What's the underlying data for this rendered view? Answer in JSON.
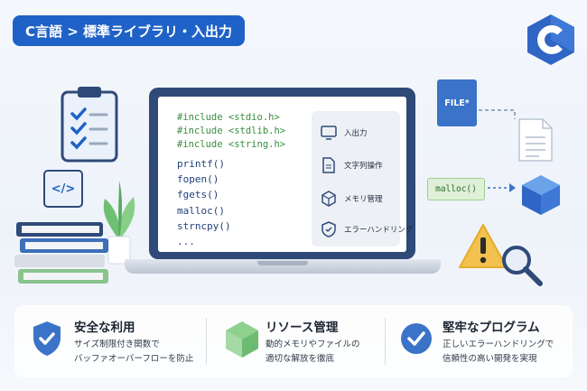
{
  "title": "C言語 > 標準ライブラリ・入出力",
  "code": {
    "includes": [
      "#include <stdio.h>",
      "#include <stdlib.h>",
      "#include <string.h>"
    ],
    "functions": [
      "printf()",
      "fopen()",
      "fgets()",
      "malloc()",
      "strncpy()",
      "..."
    ]
  },
  "panel": {
    "items": [
      {
        "label": "入出力",
        "icon": "monitor-icon"
      },
      {
        "label": "文字列操作",
        "icon": "document-icon"
      },
      {
        "label": "メモリ管理",
        "icon": "cube-icon"
      },
      {
        "label": "エラーハンドリング",
        "icon": "shield-check-icon"
      }
    ]
  },
  "file_label": "FILE*",
  "malloc_label": "malloc()",
  "code_icon_label": "</>",
  "features": [
    {
      "title": "安全な利用",
      "desc": [
        "サイズ制限付き関数で",
        "バッファオーバーフローを防止"
      ],
      "icon": "shield-check-icon"
    },
    {
      "title": "リソース管理",
      "desc": [
        "動的メモリやファイルの",
        "適切な解放を徹底"
      ],
      "icon": "cube-icon"
    },
    {
      "title": "堅牢なプログラム",
      "desc": [
        "正しいエラーハンドリングで",
        "信頼性の高い開発を実現"
      ],
      "icon": "check-circle-icon"
    }
  ],
  "colors": {
    "accent": "#1f62c7",
    "code_green": "#3a8d3e",
    "warning": "#f2c14e"
  }
}
